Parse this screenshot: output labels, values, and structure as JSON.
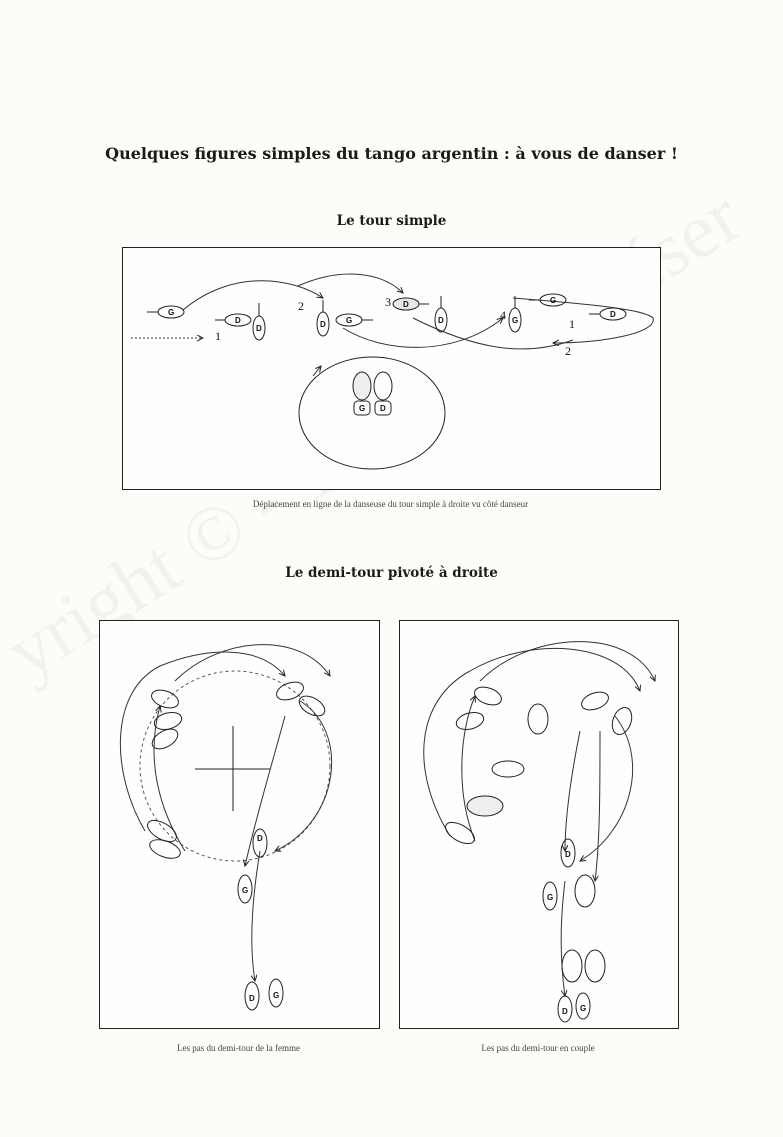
{
  "page": {
    "title": "Quelques figures simples du tango argentin : à vous de danser !",
    "watermark": "yright © - Tous droits réser"
  },
  "sections": {
    "tour_simple": {
      "heading": "Le tour simple",
      "caption": "Déplacement en ligne de la danseuse du tour simple à droite vu côté danseur",
      "step_numbers": [
        "1",
        "2",
        "3",
        "4",
        "1",
        "2"
      ]
    },
    "demi_tour": {
      "heading": "Le demi-tour pivoté à droite",
      "left_caption": "Les pas du demi-tour de la femme",
      "right_caption": "Les pas du demi-tour en couple"
    }
  },
  "foot_marks": {
    "left": "G",
    "right": "D"
  }
}
